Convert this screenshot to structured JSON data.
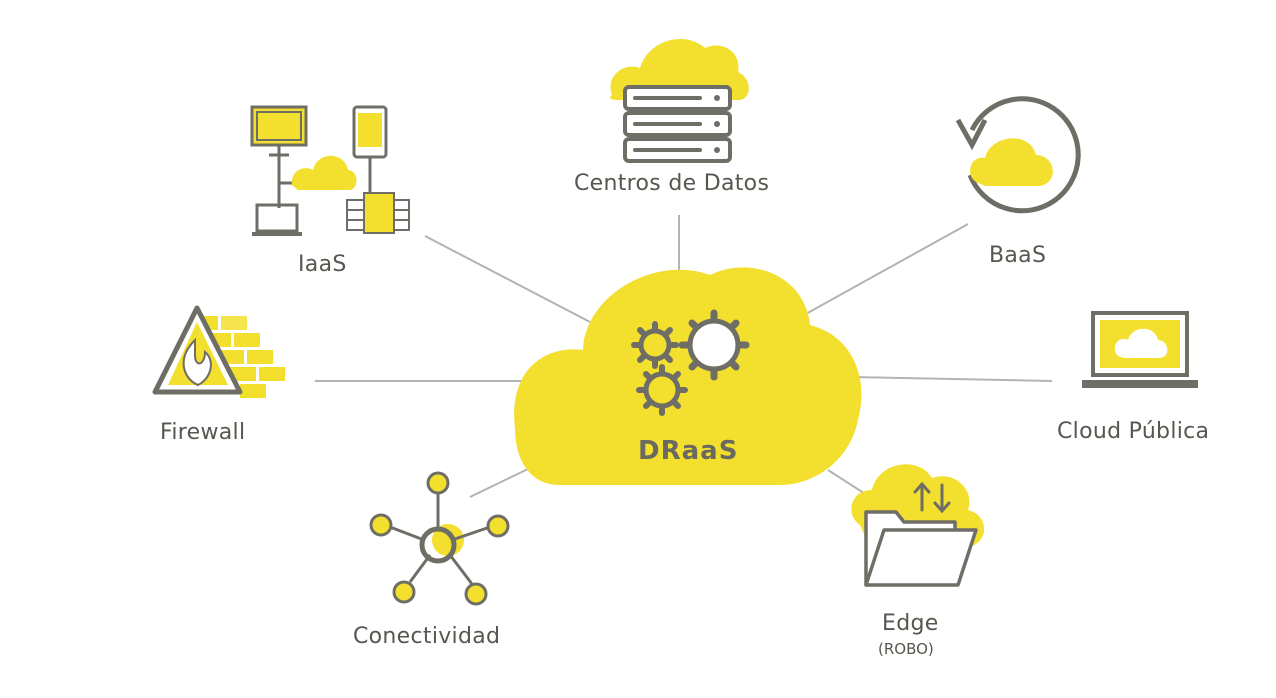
{
  "colors": {
    "accent": "#f3df2e",
    "stroke": "#6e6d66",
    "line": "#b3b3b0",
    "text": "#57564f"
  },
  "center": {
    "label": "DRaaS",
    "icon": "gears-icon"
  },
  "nodes": {
    "centros": {
      "label": "Centros de Datos",
      "icon": "server-rack-cloud-icon"
    },
    "iaas": {
      "label": "IaaS",
      "icon": "infrastructure-network-icon"
    },
    "baas": {
      "label": "BaaS",
      "icon": "backup-cloud-cycle-icon"
    },
    "firewall": {
      "label": "Firewall",
      "icon": "firewall-flame-icon"
    },
    "cloud_publica": {
      "label": "Cloud Pública",
      "icon": "laptop-cloud-icon"
    },
    "conectividad": {
      "label": "Conectividad",
      "icon": "network-hub-icon"
    },
    "edge": {
      "label": "Edge",
      "sublabel": "(ROBO)",
      "icon": "folder-sync-cloud-icon"
    }
  }
}
